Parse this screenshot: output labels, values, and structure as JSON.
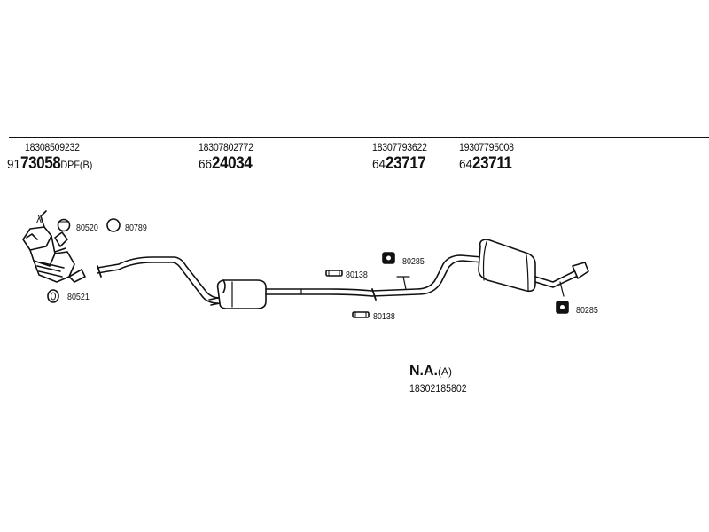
{
  "parts": [
    {
      "ref": "18308509232",
      "prefix": "91",
      "number": "73058",
      "suffix": "DPF(B)"
    },
    {
      "ref": "18307802772",
      "prefix": "66",
      "number": "24034",
      "suffix": ""
    },
    {
      "ref": "18307793622",
      "prefix": "64",
      "number": "23717",
      "suffix": ""
    },
    {
      "ref": "19307795008",
      "prefix": "64",
      "number": "23711",
      "suffix": ""
    }
  ],
  "fittings": {
    "lambda_symbol": "λ",
    "clamp_80520": "80520",
    "ring_80789": "80789",
    "ring_80521": "80521",
    "clamp_80138_top": "80138",
    "clamp_80138_bottom": "80138",
    "hanger_80285_top": "80285",
    "hanger_80285_rear": "80285"
  },
  "footer": {
    "title": "N.A.",
    "title_suffix": "(A)",
    "ref": "18302185802"
  }
}
